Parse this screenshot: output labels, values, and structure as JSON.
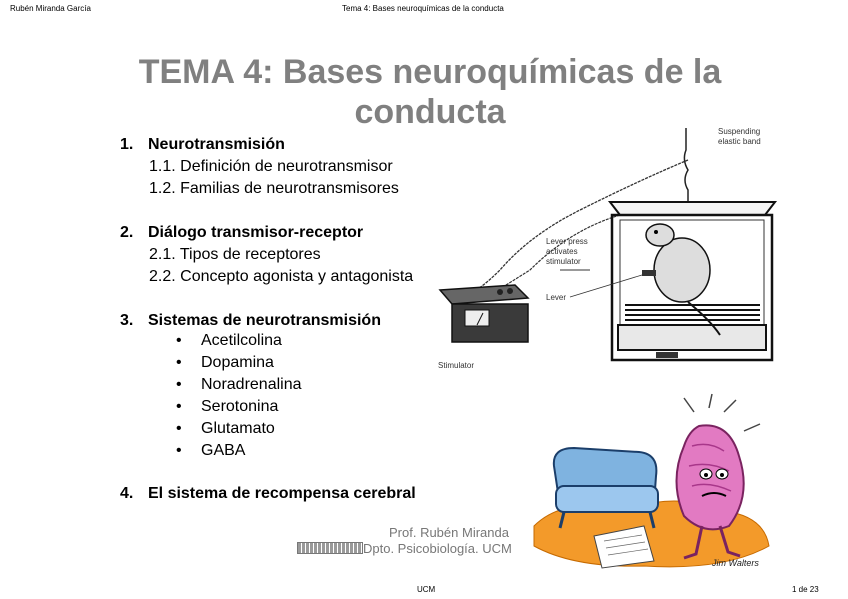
{
  "header": {
    "left": "Rubén Miranda García",
    "center": "Tema 4: Bases neuroquímicas de la conducta"
  },
  "slide": {
    "title": "TEMA 4: Bases neuroquímicas de la conducta",
    "sections": [
      {
        "number": "1.",
        "label": "Neurotransmisión",
        "subitems": [
          "1.1. Definición de neurotransmisor",
          "1.2. Familias de neurotransmisores"
        ]
      },
      {
        "number": "2.",
        "label": "Diálogo transmisor-receptor",
        "subitems": [
          "2.1. Tipos de receptores",
          "2.2. Concepto agonista y antagonista"
        ]
      },
      {
        "number": "3.",
        "label": "Sistemas de neurotransmisión",
        "bullet": "•",
        "bullets": [
          "Acetilcolina",
          "Dopamina",
          "Noradrenalina",
          "Serotonina",
          "Glutamato",
          "GABA"
        ]
      },
      {
        "number": "4.",
        "label": "El sistema de recompensa cerebral"
      }
    ],
    "credit": {
      "author": "Prof. Rubén Miranda",
      "department": "Dpto. Psicobiología. UCM"
    },
    "figure_labels": {
      "suspending": "Suspending elastic band",
      "lever_press": "Lever press activates stimulator",
      "lever": "Lever",
      "stimulator": "Stimulator",
      "signature": "Jim Walters"
    }
  },
  "footer": {
    "center": "UCM",
    "page": "1 de 23"
  }
}
